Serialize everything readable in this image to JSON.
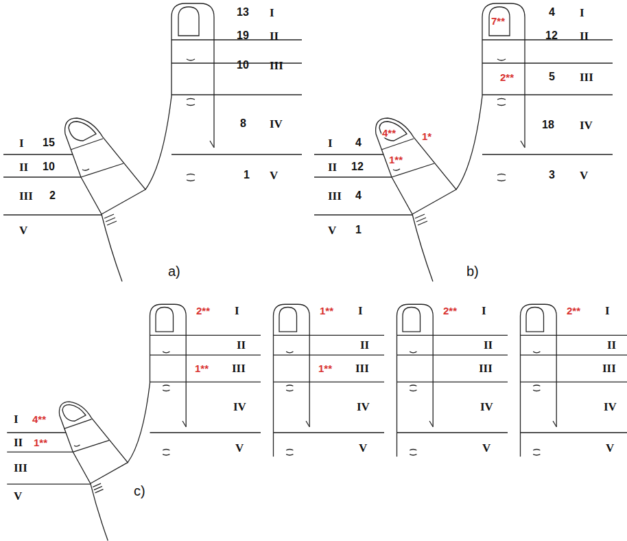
{
  "diagram": {
    "labels": [
      "13",
      "I",
      "19",
      "II",
      "10",
      "III",
      "8",
      "IV",
      "1",
      "V",
      "I",
      "15",
      "II",
      "10",
      "III",
      "2",
      "V",
      "a)",
      "7**",
      "4",
      "I",
      "12",
      "II",
      "2**",
      "5",
      "III",
      "18",
      "IV",
      "3",
      "V",
      "I",
      "4",
      "4**",
      "1*",
      "II",
      "12",
      "1**",
      "III",
      "4",
      "V",
      "1",
      "b)",
      "I",
      "4**",
      "II",
      "1**",
      "III",
      "V",
      "2**",
      "I",
      "II",
      "1**",
      "III",
      "IV",
      "V",
      "1**",
      "I",
      "II",
      "1**",
      "III",
      "IV",
      "V",
      "2**",
      "I",
      "II",
      "III",
      "IV",
      "V",
      "2**",
      "I",
      "II",
      "III",
      "IV",
      "V",
      "c)"
    ]
  }
}
